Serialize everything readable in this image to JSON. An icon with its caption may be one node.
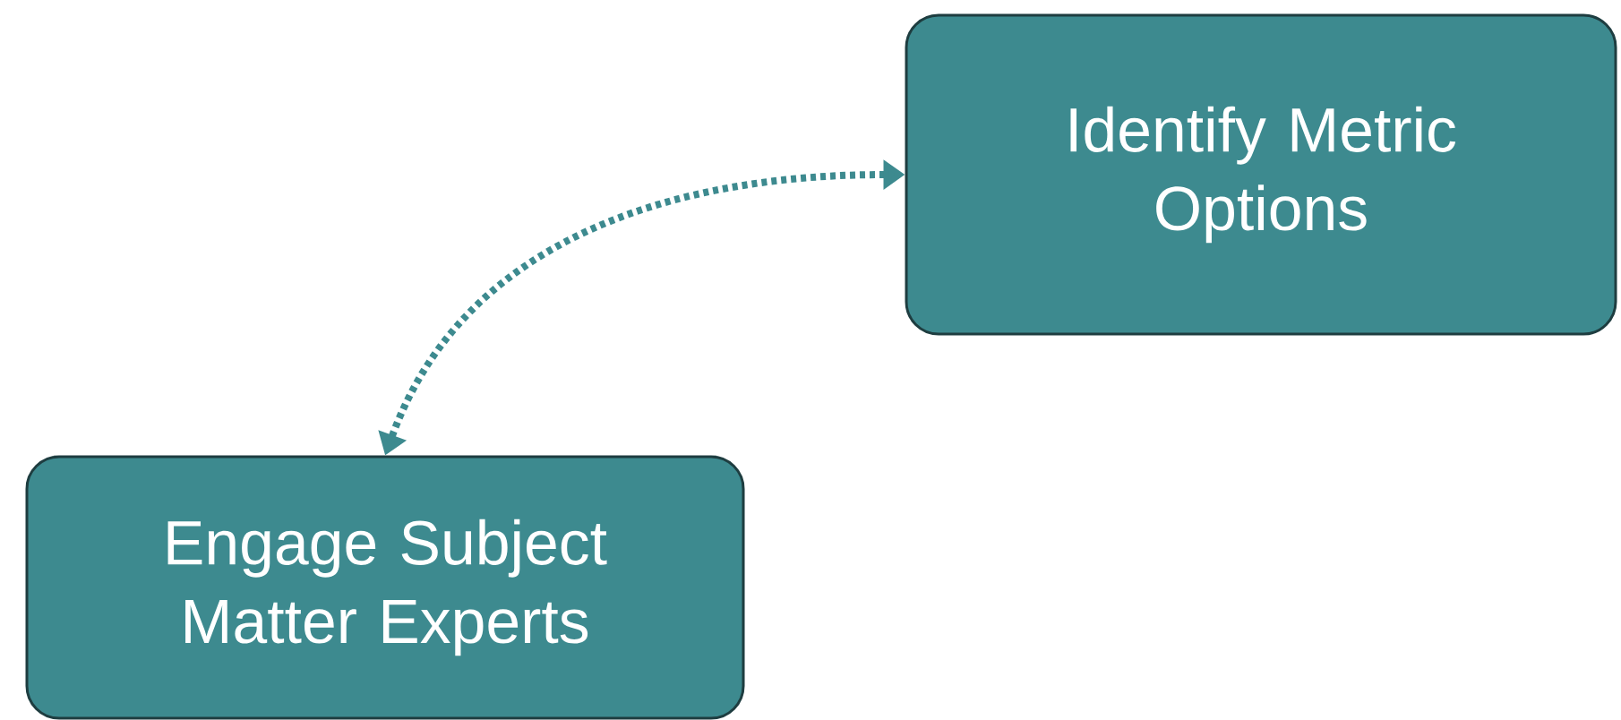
{
  "diagram": {
    "nodes": [
      {
        "text": [
          "Identify Metric Options"
        ]
      },
      {
        "text": [
          "Engage Subject Matter Experts"
        ]
      }
    ],
    "edges": [
      {
        "from": 0,
        "to": 1,
        "arrow": "both",
        "style": "dashed"
      }
    ]
  }
}
